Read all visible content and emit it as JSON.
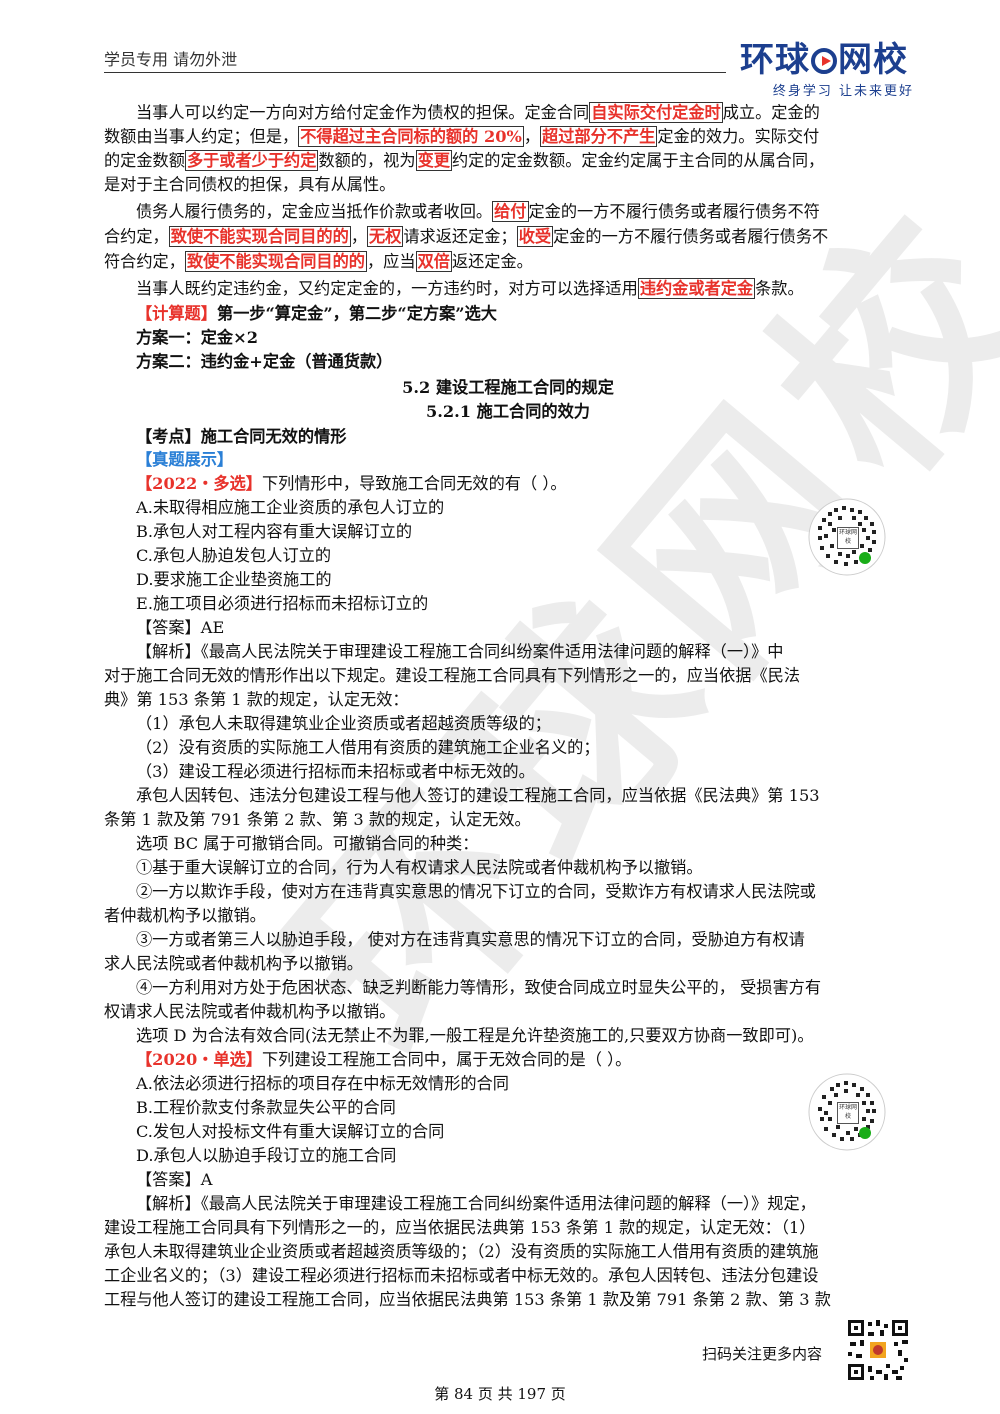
{
  "header": {
    "left_text": "学员专用 请勿外泄",
    "logo_part1": "环球",
    "logo_part2": "网校",
    "logo_tagline": "终身学习  让未来更好",
    "watermark": "环球网校"
  },
  "paragraphs": {
    "p1_a": "当事人可以约定一方向对方给付定金作为债权的担保。定金合同",
    "p1_b": "自实际交付定金时",
    "p1_c": "成立。定金的",
    "p2_a": "数额由当事人约定；但是，",
    "p2_b": "不得超过主合同标的额的 20%",
    "p2_c": "，",
    "p2_d": "超过部分不产生",
    "p2_e": "定金的效力。实际交付",
    "p3_a": "的定金数额",
    "p3_b": "多于或者少于约定",
    "p3_c": "数额的，视为",
    "p3_d": "变更",
    "p3_e": "约定的定金数额。定金约定属于主合同的从属合同，",
    "p4": "是对于主合同债权的担保，具有从属性。",
    "p5_a": "债务人履行债务的，定金应当抵作价款或者收回。",
    "p5_b": "给付",
    "p5_c": "定金的一方不履行债务或者履行债务不符",
    "p6_a": "合约定，",
    "p6_b": "致使不能实现合同目的的",
    "p6_c": "，",
    "p6_d": "无权",
    "p6_e": "请求返还定金；",
    "p6_f": "收受",
    "p6_g": "定金的一方不履行债务或者履行债务不",
    "p7_a": "符合约定，",
    "p7_b": "致使不能实现合同目的的",
    "p7_c": "，应当",
    "p7_d": "双倍",
    "p7_e": "返还定金。",
    "p8_a": "当事人既约定违约金，又约定定金的，一方违约时，对方可以选择适用",
    "p8_b": "违约金或者定金",
    "p8_c": "条款。",
    "calc_tag": "【计算题】",
    "calc_text": "第一步“算定金”，第二步“定方案”选大",
    "plan1": "方案一：定金×2",
    "plan2": "方案二：违约金+定金（普通货款）",
    "section_title": "5.2 建设工程施工合同的规定",
    "subsection_title": "5.2.1 施工合同的效力",
    "kaodian": "【考点】施工合同无效的情形",
    "zhenti": "【真题展示】"
  },
  "q1": {
    "tag": "【2022・多选】",
    "stem": "下列情形中，导致施工合同无效的有（    ）。",
    "options": [
      "A.未取得相应施工企业资质的承包人订立的",
      "B.承包人对工程内容有重大误解订立的",
      "C.承包人胁迫发包人订立的",
      "D.要求施工企业垫资施工的",
      "E.施工项目必须进行招标而未招标订立的"
    ],
    "answer": "【答案】AE",
    "analysis": [
      "【解析】《最高人民法院关于审理建设工程施工合同纠纷案件适用法律问题的解释（一）》中",
      "对于施工合同无效的情形作出以下规定。建设工程施工合同具有下列情形之一的，应当依据《民法",
      "典》第 153  条第 1  款的规定，认定无效：",
      "（1）承包人未取得建筑业企业资质或者超越资质等级的；",
      "（2）没有资质的实际施工人借用有资质的建筑施工企业名义的；",
      "（3）建设工程必须进行招标而未招标或者中标无效的。",
      "承包人因转包、违法分包建设工程与他人签订的建设工程施工合同，应当依据《民法典》第 153",
      "条第 1  款及第 791 条第 2  款、第 3  款的规定，认定无效。",
      "选项 BC 属于可撤销合同。可撤销合同的种类：",
      "①基于重大误解订立的合同，行为人有权请求人民法院或者仲裁机构予以撤销。",
      "②一方以欺诈手段，使对方在违背真实意思的情况下订立的合同，受欺诈方有权请求人民法院或",
      "者仲裁机构予以撤销。",
      "③一方或者第三人以胁迫手段，  使对方在违背真实意思的情况下订立的合同，受胁迫方有权请",
      "求人民法院或者仲裁机构予以撤销。",
      "④一方利用对方处于危困状态、缺乏判断能力等情形，致使合同成立时显失公平的，  受损害方有",
      "权请求人民法院或者仲裁机构予以撤销。",
      "选项 D 为合法有效合同(法无禁止不为罪,一般工程是允许垫资施工的,只要双方协商一致即可)。"
    ]
  },
  "q2": {
    "tag": "【2020・单选】",
    "stem": "下列建设工程施工合同中，属于无效合同的是（    ）。",
    "options": [
      "A.依法必须进行招标的项目存在中标无效情形的合同",
      "B.工程价款支付条款显失公平的合同",
      "C.发包人对投标文件有重大误解订立的合同",
      "D.承包人以胁迫手段订立的施工合同"
    ],
    "answer": "【答案】A",
    "analysis": [
      "【解析】《最高人民法院关于审理建设工程施工合同纠纷案件适用法律问题的解释（一）》规定，",
      "建设工程施工合同具有下列情形之一的，应当依据民法典第 153  条第 1  款的规定，认定无效：（1）",
      "承包人未取得建筑业企业资质或者超越资质等级的；（2）没有资质的实际施工人借用有资质的建筑施",
      "工企业名义的；（3）建设工程必须进行招标而未招标或者中标无效的。承包人因转包、违法分包建设",
      "工程与他人签订的建设工程施工合同，应当依据民法典第 153  条第 1  款及第 791  条第 2  款、第 3  款"
    ]
  },
  "qr": {
    "core_text": "环球网校"
  },
  "footer": {
    "scan_text": "扫码关注更多内容",
    "page_number": "第 84 页 共 197 页"
  },
  "colors": {
    "red": "#e8322b",
    "blue": "#2a7fd6",
    "brand": "#1c3f8f"
  }
}
